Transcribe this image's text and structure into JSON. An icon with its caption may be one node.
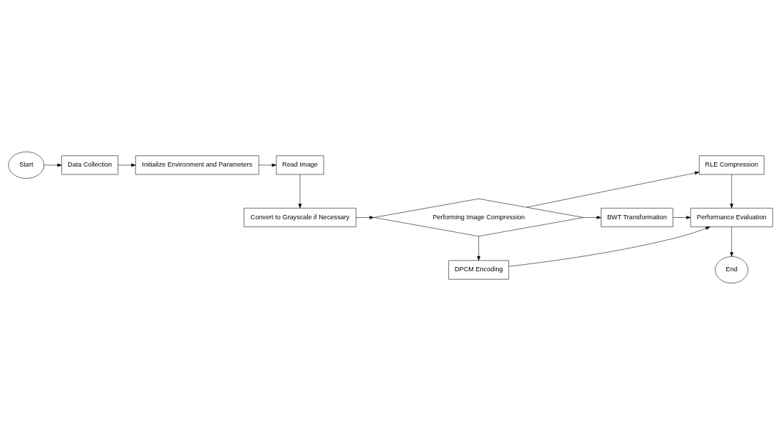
{
  "diagram": {
    "nodes": [
      {
        "text": [
          "Start"
        ]
      },
      {
        "text": [
          "Data Collection"
        ]
      },
      {
        "text": [
          "Initialize Environment and Parameters"
        ]
      },
      {
        "text": [
          "Read Image"
        ]
      },
      {
        "text": [
          "Convert to Grayscale if Necessary"
        ]
      },
      {
        "text": [
          "Performing Image Compression"
        ]
      },
      {
        "text": [
          "RLE Compression"
        ]
      },
      {
        "text": [
          "BWT Transformation"
        ]
      },
      {
        "text": [
          "DPCM Encoding"
        ]
      },
      {
        "text": [
          "Performance Evaluation"
        ]
      },
      {
        "text": [
          "End"
        ]
      }
    ],
    "edges": [
      {
        "from": 0,
        "to": 1,
        "arrow": "to"
      },
      {
        "from": 1,
        "to": 2,
        "arrow": "to"
      },
      {
        "from": 2,
        "to": 3,
        "arrow": "to"
      },
      {
        "from": 3,
        "to": 4,
        "arrow": "to"
      },
      {
        "from": 4,
        "to": 5,
        "arrow": "to"
      },
      {
        "from": 5,
        "to": 6,
        "arrow": "to"
      },
      {
        "from": 5,
        "to": 7,
        "arrow": "to"
      },
      {
        "from": 5,
        "to": 8,
        "arrow": "to"
      },
      {
        "from": 6,
        "to": 9,
        "arrow": "to"
      },
      {
        "from": 7,
        "to": 9,
        "arrow": "to"
      },
      {
        "from": 8,
        "to": 9,
        "arrow": "to"
      },
      {
        "from": 9,
        "to": 10,
        "arrow": "to"
      }
    ]
  }
}
